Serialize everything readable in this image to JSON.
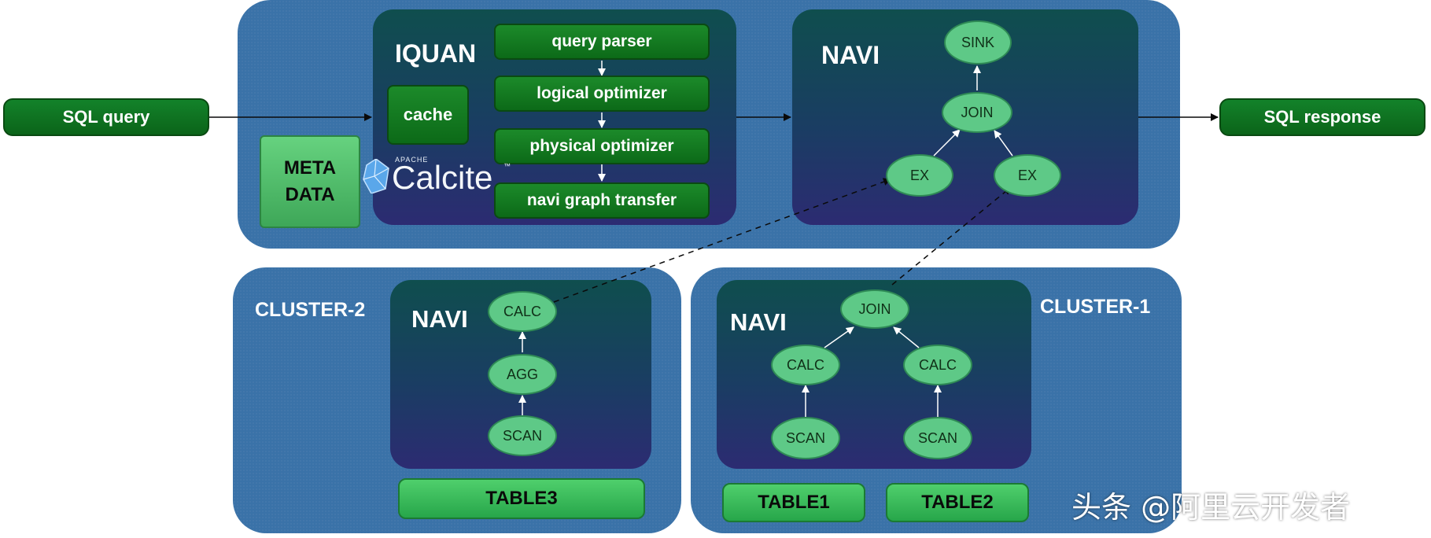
{
  "io": {
    "input": "SQL query",
    "output": "SQL response"
  },
  "iquan": {
    "title": "IQUAN",
    "cache": "cache",
    "steps": [
      "query parser",
      "logical optimizer",
      "physical optimizer",
      "navi graph transfer"
    ],
    "meta": "META\nDATA",
    "calcite_small": "APACHE",
    "calcite": "Calcite",
    "calcite_tm": "™"
  },
  "navi_main": {
    "title": "NAVI",
    "sink": "SINK",
    "join": "JOIN",
    "ex_left": "EX",
    "ex_right": "EX"
  },
  "cluster2": {
    "label": "CLUSTER-2",
    "navi_title": "NAVI",
    "calc": "CALC",
    "agg": "AGG",
    "scan": "SCAN",
    "table": "TABLE3"
  },
  "cluster1": {
    "label": "CLUSTER-1",
    "navi_title": "NAVI",
    "join": "JOIN",
    "calc_left": "CALC",
    "calc_right": "CALC",
    "scan_left": "SCAN",
    "scan_right": "SCAN",
    "tables": [
      "TABLE1",
      "TABLE2"
    ]
  },
  "watermark": "头条 @阿里云开发者"
}
